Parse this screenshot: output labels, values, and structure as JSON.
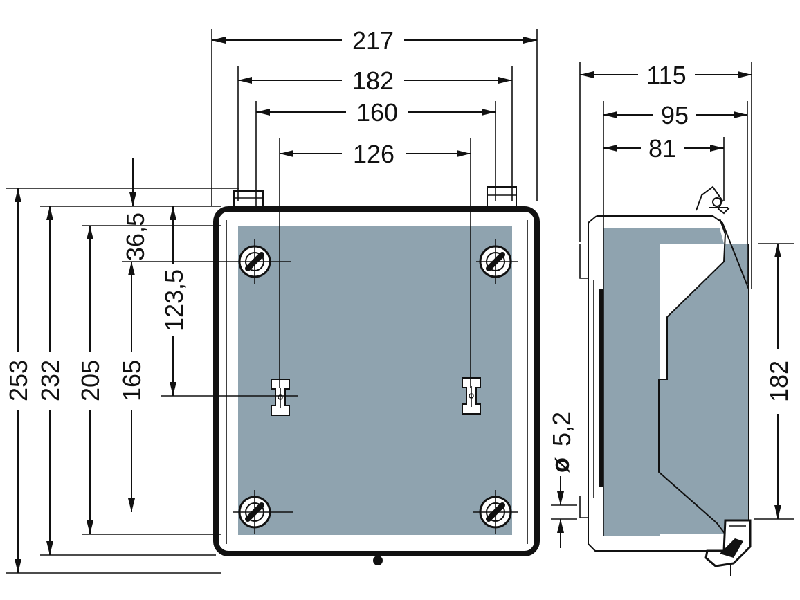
{
  "colors": {
    "panel": "#8fa3af",
    "outline": "#111111",
    "background": "#ffffff"
  },
  "front_view": {
    "widths": {
      "w_217": "217",
      "w_182": "182",
      "w_160": "160",
      "w_126": "126"
    },
    "heights": {
      "h_253": "253",
      "h_232": "232",
      "h_205": "205",
      "h_165": "165",
      "h_123_5": "123,5",
      "h_36_5": "36,5"
    },
    "hole_diameter_symbol": "ø",
    "hole_diameter_value": "5,2"
  },
  "side_view": {
    "depths": {
      "d_115": "115",
      "d_95": "95",
      "d_81": "81"
    },
    "height_182": "182"
  }
}
